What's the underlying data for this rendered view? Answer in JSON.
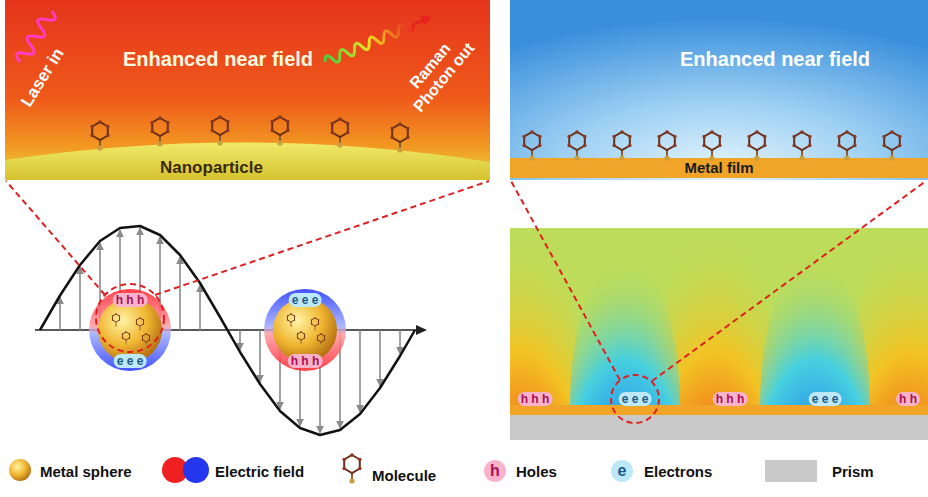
{
  "diagram": {
    "nodes": [
      {
        "text": [
          "Enhanced near field",
          "Laser in",
          "Raman Photon out"
        ]
      },
      {
        "text": [
          "Nanoparticle"
        ],
        "in": 0
      },
      {
        "text": [
          "Enhanced near field"
        ]
      },
      {
        "text": [
          "Metal film"
        ],
        "in": 2
      }
    ],
    "labels": [
      "h h h",
      "e e e",
      "e e e",
      "h h h",
      "h h h",
      "e e e",
      "h h h",
      "e e e",
      "h h",
      "h",
      "e"
    ],
    "legend": [
      {
        "text": "Metal sphere"
      },
      {
        "text": "Electric field"
      },
      {
        "text": "Molecule"
      },
      {
        "text": "Holes"
      },
      {
        "text": "Electrons"
      },
      {
        "text": "Prism",
        "color": "#c9c9c9"
      }
    ]
  }
}
